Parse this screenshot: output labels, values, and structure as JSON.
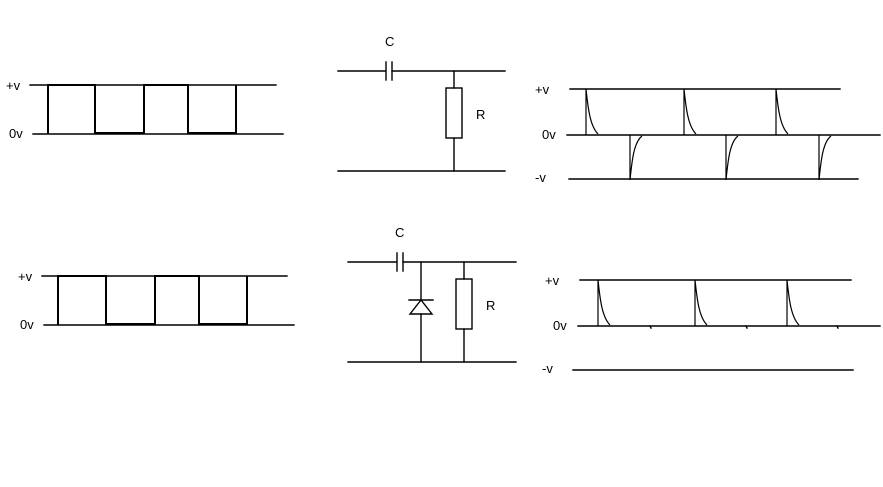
{
  "top_row": {
    "input": {
      "plus_label": "+v",
      "zero_label": "0v"
    },
    "circuit": {
      "capacitor_label": "C",
      "resistor_label": "R"
    },
    "output": {
      "plus_label": "+v",
      "zero_label": "0v",
      "minus_label": "-v"
    }
  },
  "bottom_row": {
    "input": {
      "plus_label": "+v",
      "zero_label": "0v"
    },
    "circuit": {
      "capacitor_label": "C",
      "resistor_label": "R"
    },
    "output": {
      "plus_label": "+v",
      "zero_label": "0v",
      "minus_label": "-v"
    }
  }
}
